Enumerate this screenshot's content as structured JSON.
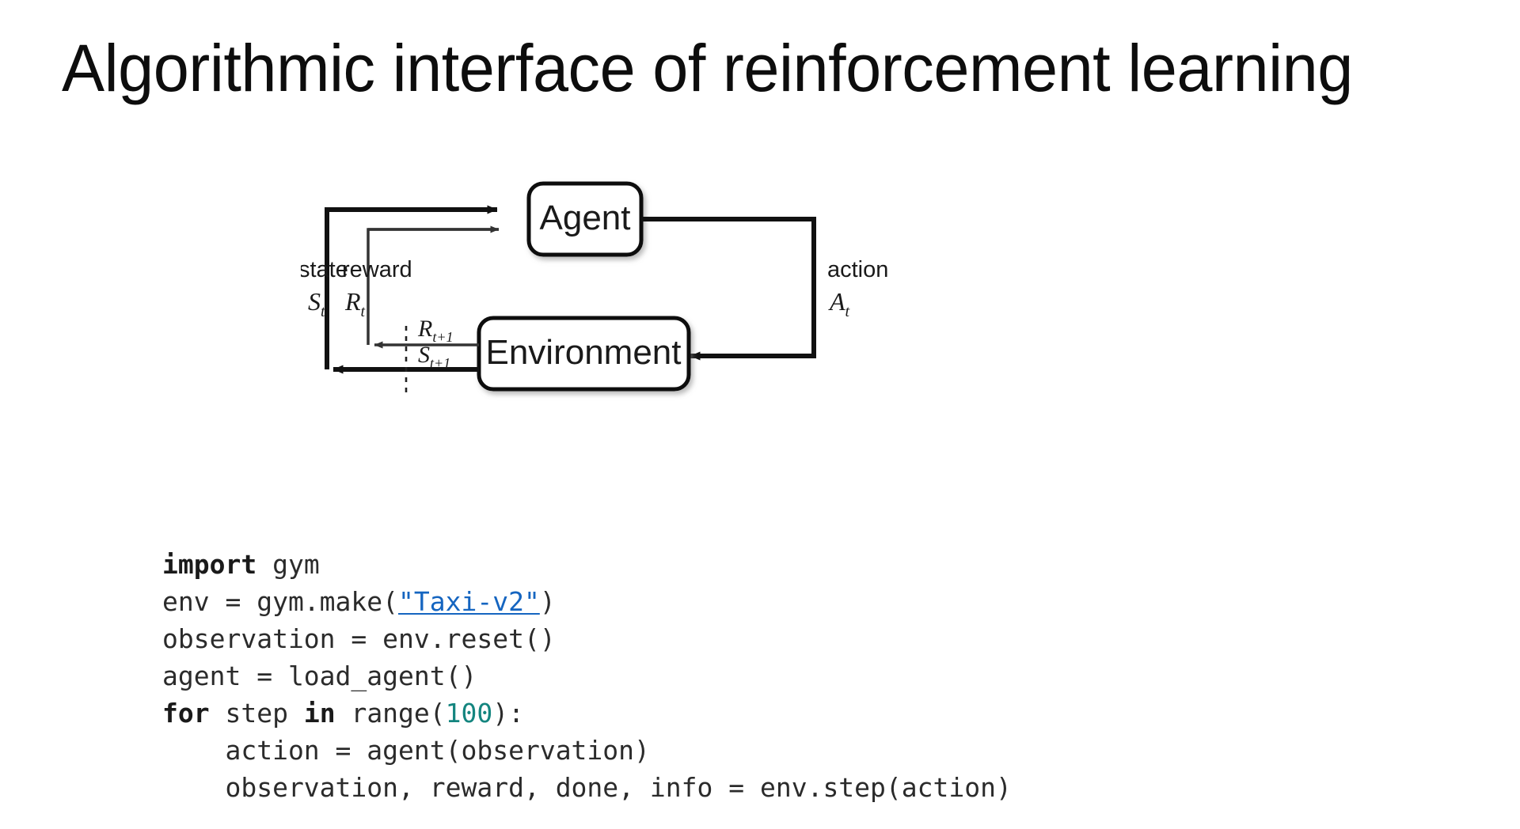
{
  "slide": {
    "title": "Algorithmic interface of reinforcement learning",
    "background_color": "#ffffff",
    "text_color": "#0d0d0d"
  },
  "diagram": {
    "name": "agent-environment-interaction-loop",
    "type": "flow-diagram",
    "nodes": [
      {
        "id": "agent",
        "label": "Agent"
      },
      {
        "id": "environment",
        "label": "Environment"
      }
    ],
    "edge_labels": [
      {
        "id": "state",
        "text": "state",
        "symbol": "S",
        "subscript": "t"
      },
      {
        "id": "reward",
        "text": "reward",
        "symbol": "R",
        "subscript": "t"
      },
      {
        "id": "action",
        "text": "action",
        "symbol": "A",
        "subscript": "t"
      }
    ],
    "transition_labels": [
      {
        "id": "reward-next",
        "symbol": "R",
        "subscript": "t+1"
      },
      {
        "id": "state-next",
        "symbol": "S",
        "subscript": "t+1"
      }
    ],
    "stroke_color": "#111111"
  },
  "code": {
    "language": "python",
    "link_color": "#1565c0",
    "number_color": "#14857f",
    "text_color": "#2b2b2b",
    "lines": [
      {
        "id": "line-1",
        "parts": [
          {
            "t": "import",
            "style": "kw"
          },
          {
            "t": " gym",
            "style": "plain"
          }
        ]
      },
      {
        "id": "line-2",
        "parts": [
          {
            "t": "env = gym.make(",
            "style": "plain"
          },
          {
            "t": "\"Taxi-v2\"",
            "style": "link"
          },
          {
            "t": ")",
            "style": "plain"
          }
        ]
      },
      {
        "id": "line-3",
        "parts": [
          {
            "t": "observation = env.reset()",
            "style": "plain"
          }
        ]
      },
      {
        "id": "line-4",
        "parts": [
          {
            "t": "agent = load_agent()",
            "style": "plain"
          }
        ]
      },
      {
        "id": "line-5",
        "parts": [
          {
            "t": "for",
            "style": "kw"
          },
          {
            "t": " step ",
            "style": "plain"
          },
          {
            "t": "in",
            "style": "kw"
          },
          {
            "t": " range(",
            "style": "plain"
          },
          {
            "t": "100",
            "style": "num"
          },
          {
            "t": "):",
            "style": "plain"
          }
        ]
      },
      {
        "id": "line-6",
        "parts": [
          {
            "t": "    action = agent(observation)",
            "style": "plain"
          }
        ]
      },
      {
        "id": "line-7",
        "parts": [
          {
            "t": "    observation, reward, done, info = env.step(action)",
            "style": "plain"
          }
        ]
      }
    ]
  }
}
